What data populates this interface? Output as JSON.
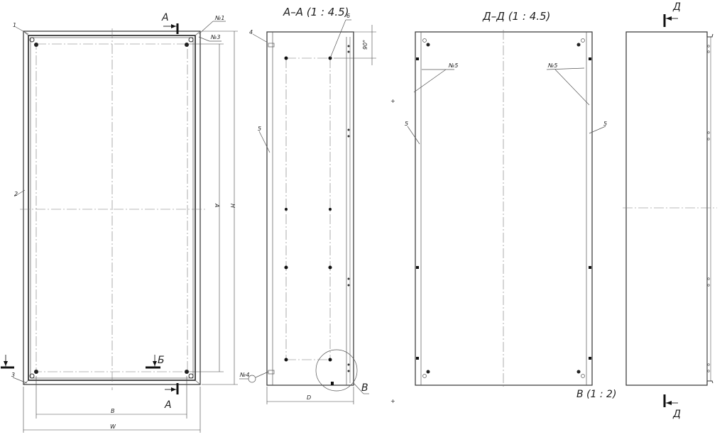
{
  "drawing": {
    "front_view": {
      "callouts": [
        "1",
        "2",
        "3",
        "№1",
        "№3"
      ],
      "section_marks": {
        "a_top": "А",
        "a_bottom": "А",
        "b": "Б"
      },
      "dimensions": {
        "width_outer": "W",
        "width_inner": "B",
        "height_outer": "H",
        "height_inner": "A"
      }
    },
    "section_a": {
      "title": "А–А (1 : 4.5)",
      "callouts": [
        "4",
        "5",
        "6",
        "№4"
      ],
      "dimensions": {
        "depth": "D",
        "top_offset": "90°"
      },
      "detail_mark": "В"
    },
    "section_d": {
      "title": "Д–Д (1 : 4.5)",
      "callouts": [
        "№5",
        "№5",
        "5",
        "5"
      ],
      "detail_title": "В (1 : 2)"
    },
    "side_view": {
      "section_marks": {
        "d_top": "Д",
        "d_bottom": "Д"
      }
    },
    "colors": {
      "line": "#333333",
      "background": "#ffffff",
      "center_line": "#777777"
    }
  }
}
